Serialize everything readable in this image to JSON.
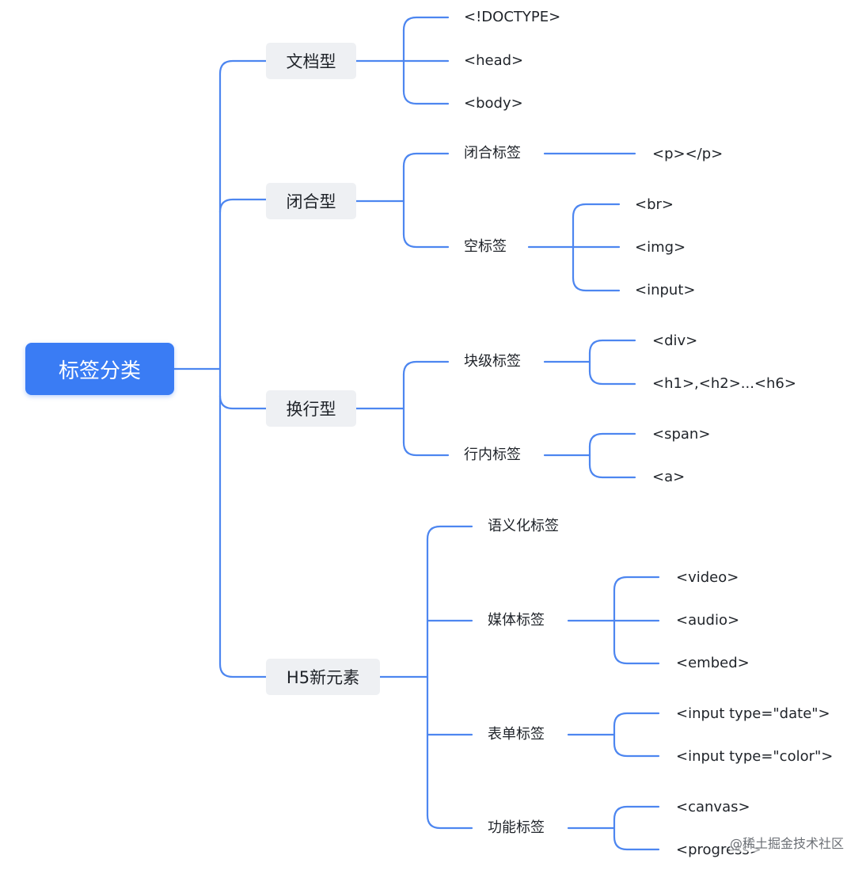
{
  "root": "标签分类",
  "categories": {
    "doc": "文档型",
    "closed": "闭合型",
    "wrap": "换行型",
    "h5": "H5新元素"
  },
  "doc_items": [
    "<!DOCTYPE>",
    "<head>",
    "<body>"
  ],
  "closed_sub": {
    "paired": "闭合标签",
    "paired_example": "<p></p>",
    "empty": "空标签",
    "empty_items": [
      "<br>",
      "<img>",
      "<input>"
    ]
  },
  "wrap_sub": {
    "block": "块级标签",
    "block_items": [
      "<div>",
      "<h1>,<h2>...<h6>"
    ],
    "inline": "行内标签",
    "inline_items": [
      "<span>",
      "<a>"
    ]
  },
  "h5_sub": {
    "semantic": "语义化标签",
    "media": "媒体标签",
    "media_items": [
      "<video>",
      "<audio>",
      "<embed>"
    ],
    "form": "表单标签",
    "form_items": [
      "<input type=\"date\">",
      "<input type=\"color\">"
    ],
    "func": "功能标签",
    "func_items": [
      "<canvas>",
      "<progress>"
    ]
  },
  "watermark": "@稀土掘金技术社区",
  "colors": {
    "accent": "#3a7cf4",
    "node_bg": "#eef0f3",
    "line": "#4d86f0"
  }
}
